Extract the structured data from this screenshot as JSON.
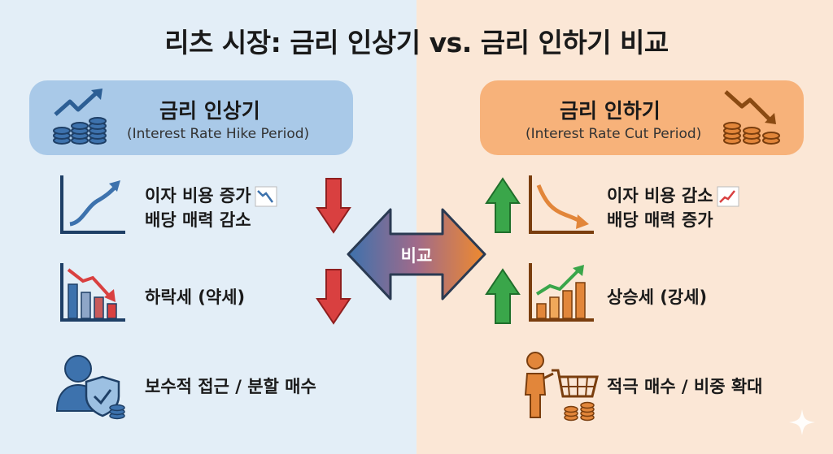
{
  "title": "리츠 시장: 금리 인상기 vs. 금리 인하기 비교",
  "left": {
    "header": {
      "title": "금리 인상기",
      "subtitle": "(Interest Rate Hike Period)"
    },
    "rows": [
      {
        "line1": "이자 비용 증가",
        "line2": "배당 매력 감소"
      },
      {
        "line1": "하락세 (약세)"
      },
      {
        "line1": "보수적 접근 / 분할 매수"
      }
    ]
  },
  "right": {
    "header": {
      "title": "금리 인하기",
      "subtitle": "(Interest Rate Cut Period)"
    },
    "rows": [
      {
        "line1": "이자 비용 감소",
        "line2": "배당 매력 증가"
      },
      {
        "line1": "상승세 (강세)"
      },
      {
        "line1": "적극 매수 / 비중 확대"
      }
    ]
  },
  "compare_label": "비교",
  "colors": {
    "blue": "#3f6ea8",
    "orange": "#e2863a",
    "red": "#d94040",
    "green": "#3aa64a"
  }
}
